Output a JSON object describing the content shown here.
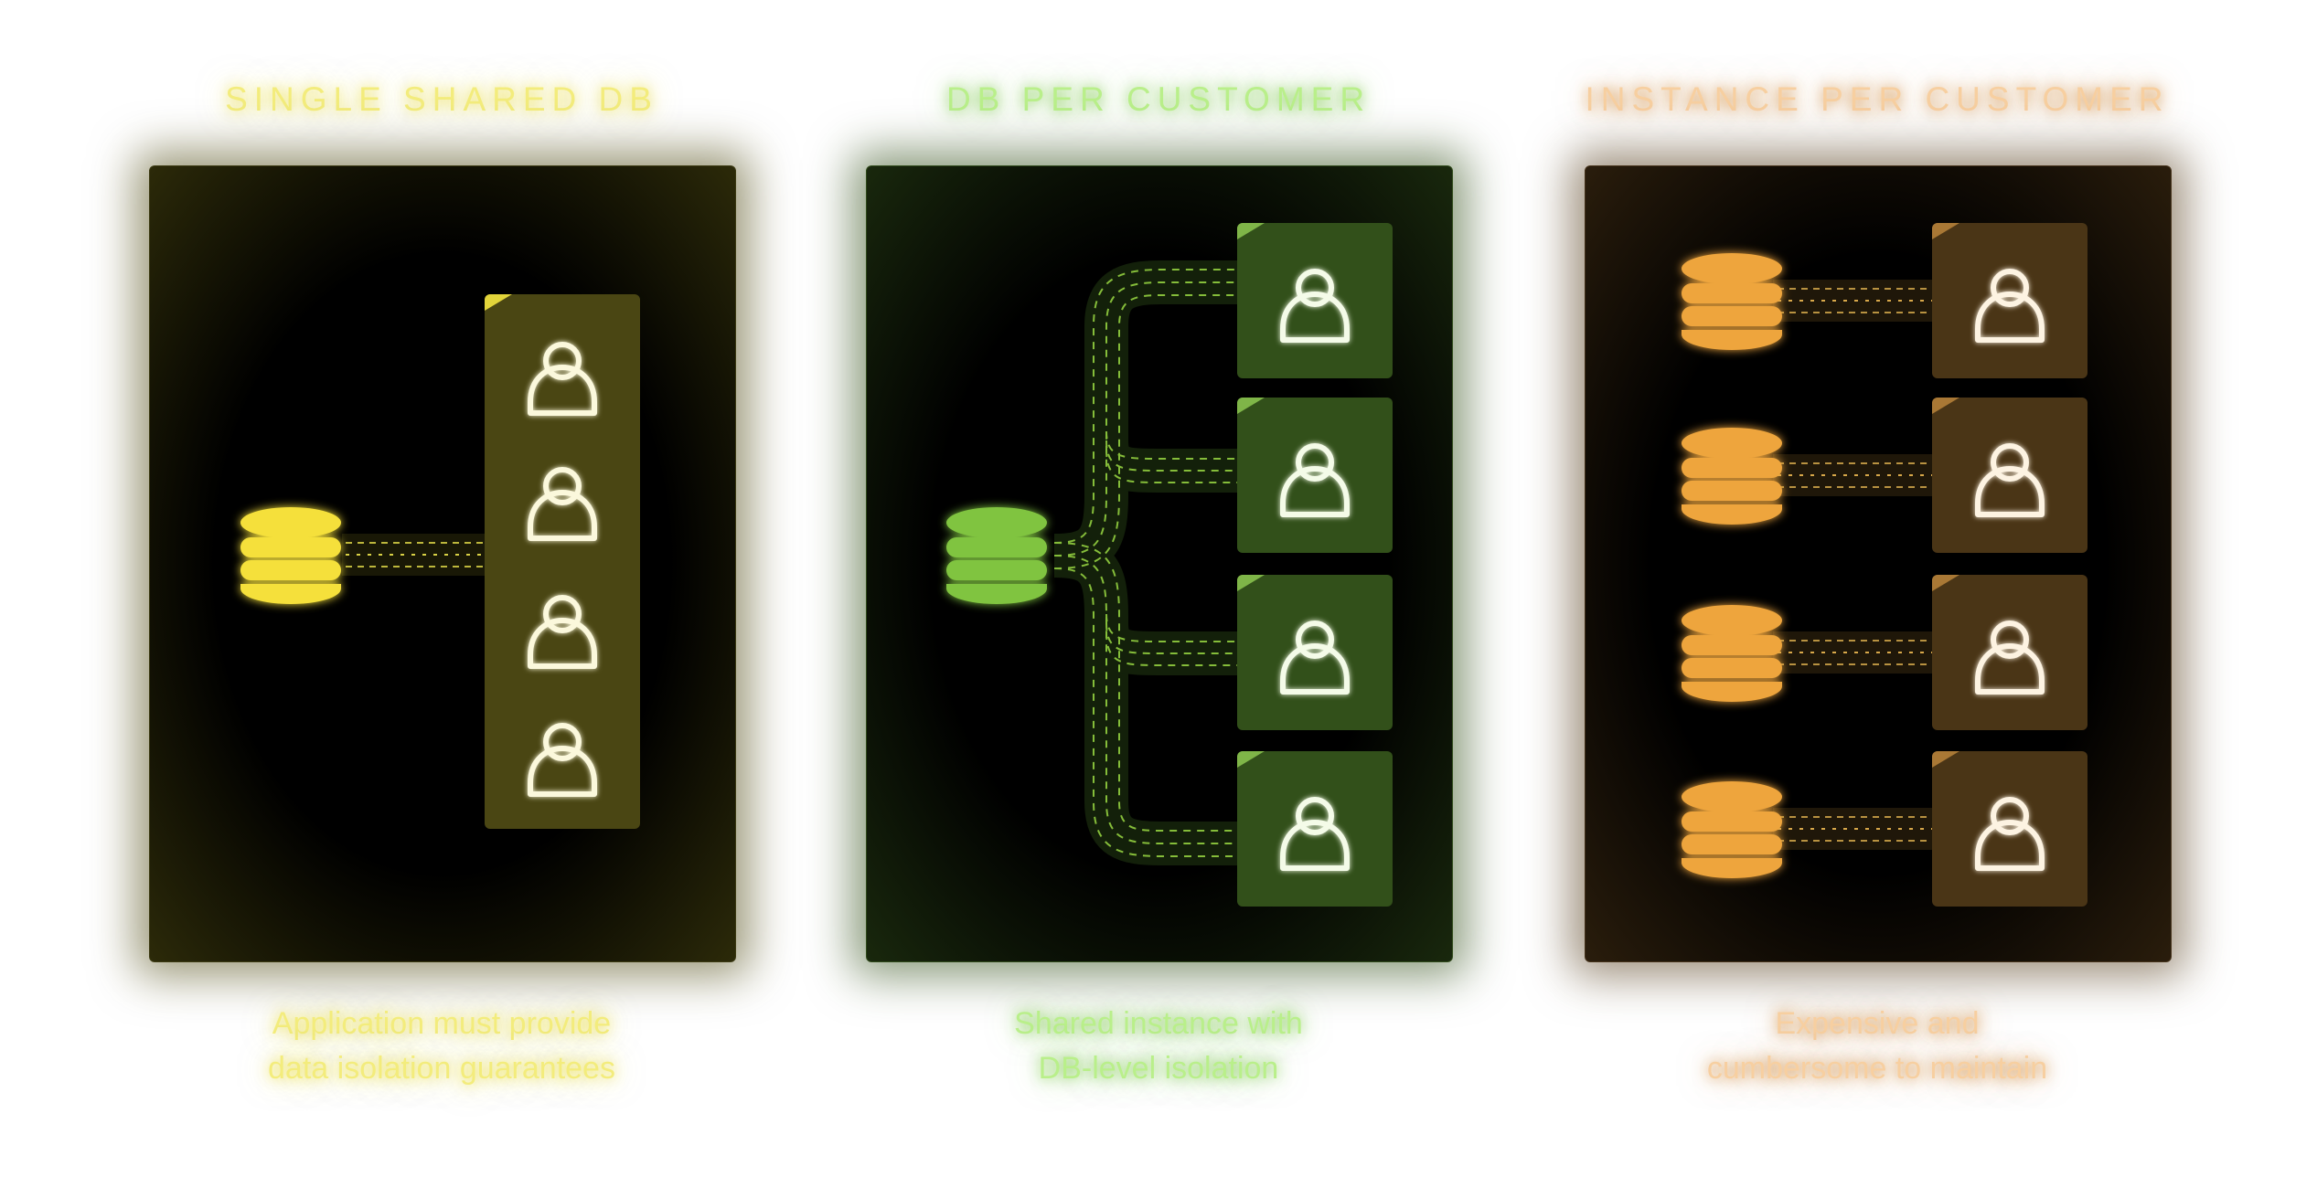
{
  "panels": [
    {
      "title": "SINGLE SHARED DB",
      "caption": [
        "Application must provide",
        "data isolation guarantees"
      ],
      "accent": "#f5e03a",
      "icons": [
        "database-icon",
        "user-icon",
        "user-icon",
        "user-icon",
        "user-icon"
      ]
    },
    {
      "title": "DB PER CUSTOMER",
      "caption": [
        "Shared instance with",
        "DB-level isolation"
      ],
      "accent": "#80c441",
      "icons": [
        "database-icon",
        "user-icon",
        "user-icon",
        "user-icon",
        "user-icon"
      ]
    },
    {
      "title": "INSTANCE PER CUSTOMER",
      "caption": [
        "Expensive and",
        "cumbersome to maintain"
      ],
      "accent": "#eea53c",
      "icons": [
        "database-icon",
        "database-icon",
        "database-icon",
        "database-icon",
        "user-icon",
        "user-icon",
        "user-icon",
        "user-icon"
      ]
    }
  ]
}
